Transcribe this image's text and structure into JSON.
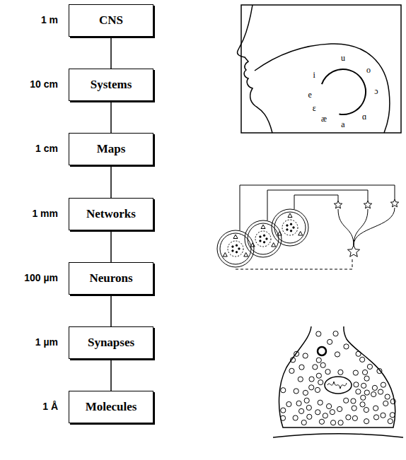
{
  "diagram": {
    "nodes": [
      {
        "text": [
          "CNS"
        ]
      },
      {
        "text": [
          "Systems"
        ]
      },
      {
        "text": [
          "Maps"
        ]
      },
      {
        "text": [
          "Networks"
        ]
      },
      {
        "text": [
          "Neurons"
        ]
      },
      {
        "text": [
          "Synapses"
        ]
      },
      {
        "text": [
          "Molecules"
        ]
      }
    ],
    "edges": [
      {
        "from": 0,
        "to": 1,
        "arrow": "none"
      },
      {
        "from": 1,
        "to": 2,
        "arrow": "none"
      },
      {
        "from": 2,
        "to": 3,
        "arrow": "none"
      },
      {
        "from": 3,
        "to": 4,
        "arrow": "none"
      },
      {
        "from": 4,
        "to": 5,
        "arrow": "none"
      },
      {
        "from": 5,
        "to": 6,
        "arrow": "none"
      }
    ],
    "labels": [
      "1 m",
      "10 cm",
      "1 cm",
      "1 mm",
      "100 µm",
      "1 µm",
      "1 Å",
      "i",
      "e",
      "ɛ",
      "æ",
      "a",
      "ɑ",
      "ɔ",
      "o",
      "u"
    ]
  }
}
